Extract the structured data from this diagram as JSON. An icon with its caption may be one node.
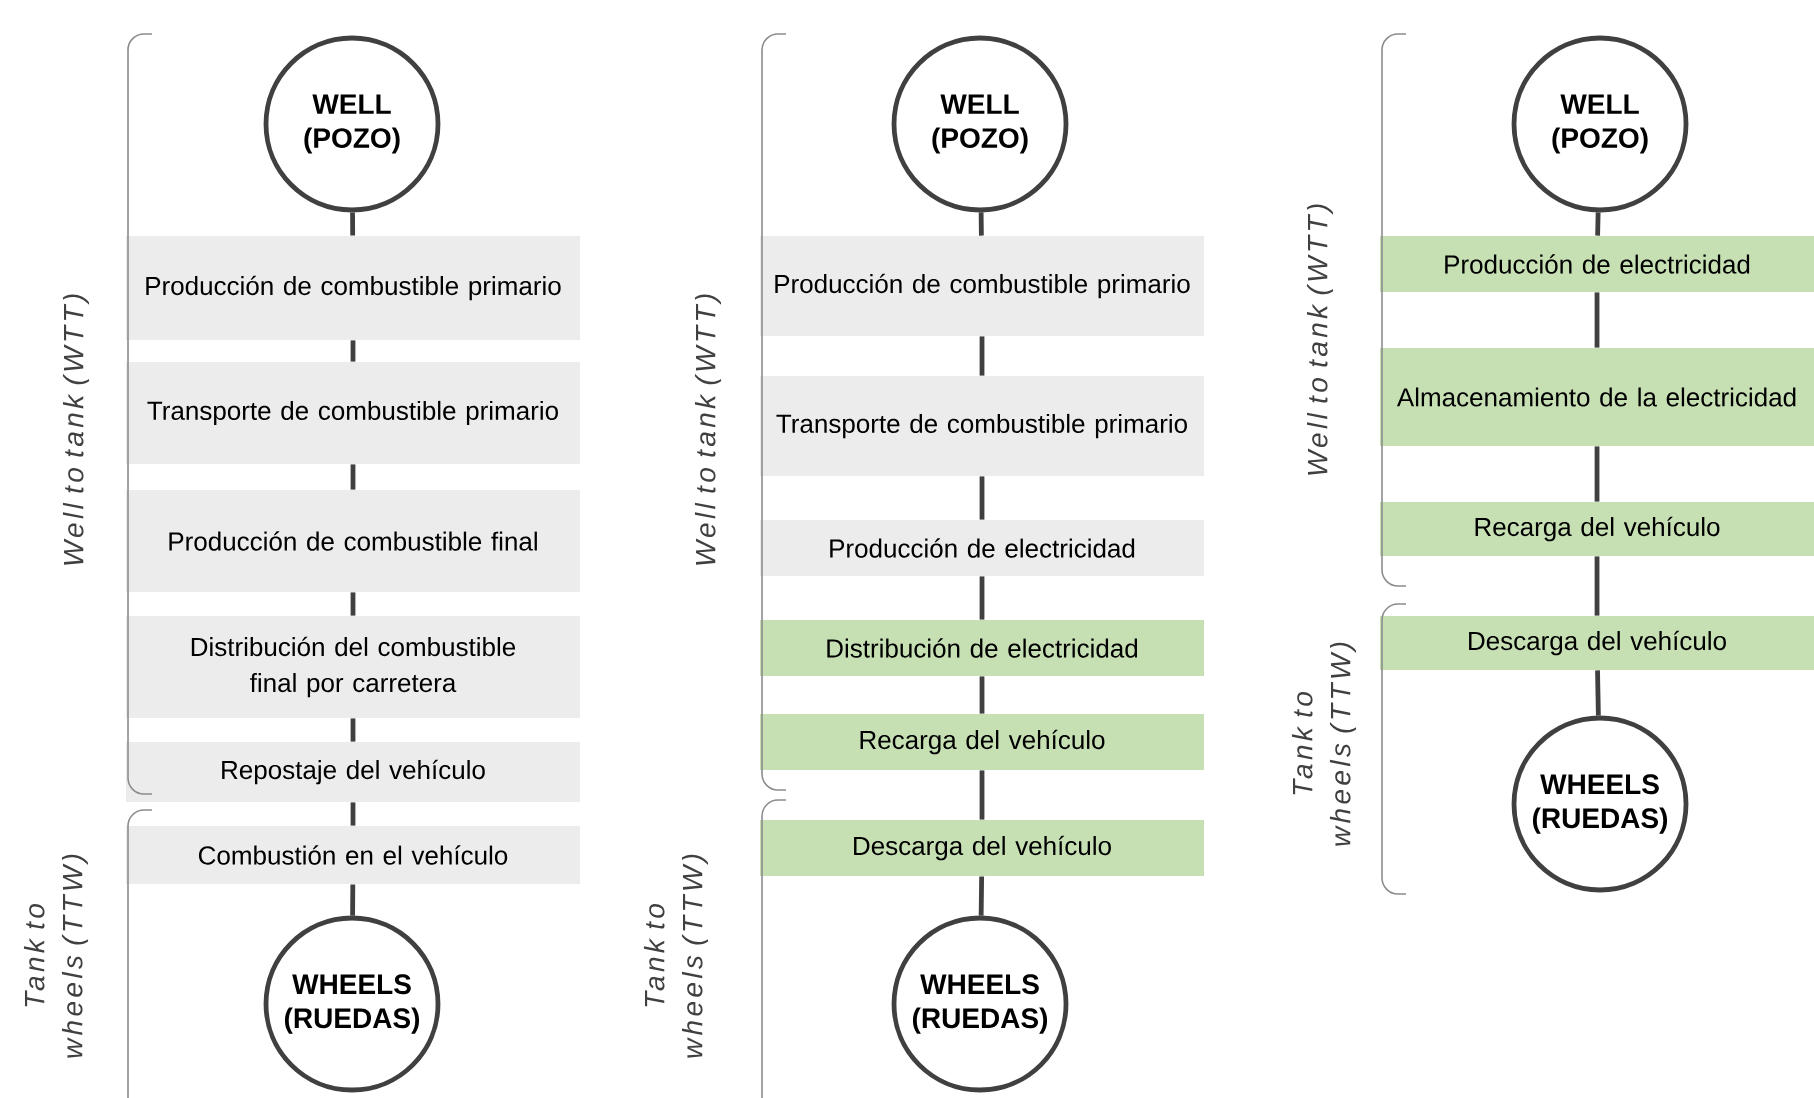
{
  "diagram": {
    "nodes": [
      {
        "text": [
          "WELL (POZO)"
        ]
      },
      {
        "text": [
          "Producción de combustible primario"
        ]
      },
      {
        "text": [
          "Transporte de combustible primario"
        ]
      },
      {
        "text": [
          "Producción de combustible final"
        ]
      },
      {
        "text": [
          "Distribución del combustible final por carretera"
        ]
      },
      {
        "text": [
          "Repostaje del vehículo"
        ]
      },
      {
        "text": [
          "Combustión en el vehículo"
        ]
      },
      {
        "text": [
          "WHEELS (RUEDAS)"
        ]
      },
      {
        "text": [
          "WELL (POZO)"
        ]
      },
      {
        "text": [
          "Producción de combustible primario"
        ]
      },
      {
        "text": [
          "Transporte de combustible primario"
        ]
      },
      {
        "text": [
          "Producción de electricidad"
        ]
      },
      {
        "text": [
          "Distribución de electricidad"
        ]
      },
      {
        "text": [
          "Recarga del vehículo"
        ]
      },
      {
        "text": [
          "Descarga del vehículo"
        ]
      },
      {
        "text": [
          "WHEELS (RUEDAS)"
        ]
      },
      {
        "text": [
          "WELL (POZO)"
        ]
      },
      {
        "text": [
          "Producción de electricidad"
        ]
      },
      {
        "text": [
          "Almacenamiento de la electricidad"
        ]
      },
      {
        "text": [
          "Recarga del vehículo"
        ]
      },
      {
        "text": [
          "Descarga del vehículo"
        ]
      },
      {
        "text": [
          "WHEELS (RUEDAS)"
        ]
      }
    ],
    "edges": [
      {
        "from": 0,
        "to": 1,
        "arrow": "none"
      },
      {
        "from": 1,
        "to": 2,
        "arrow": "none"
      },
      {
        "from": 2,
        "to": 3,
        "arrow": "none"
      },
      {
        "from": 3,
        "to": 4,
        "arrow": "none"
      },
      {
        "from": 4,
        "to": 5,
        "arrow": "none"
      },
      {
        "from": 5,
        "to": 6,
        "arrow": "none"
      },
      {
        "from": 6,
        "to": 7,
        "arrow": "none"
      },
      {
        "from": 8,
        "to": 9,
        "arrow": "none"
      },
      {
        "from": 9,
        "to": 10,
        "arrow": "none"
      },
      {
        "from": 10,
        "to": 11,
        "arrow": "none"
      },
      {
        "from": 11,
        "to": 12,
        "arrow": "none"
      },
      {
        "from": 12,
        "to": 13,
        "arrow": "none"
      },
      {
        "from": 13,
        "to": 14,
        "arrow": "none"
      },
      {
        "from": 14,
        "to": 15,
        "arrow": "none"
      },
      {
        "from": 16,
        "to": 17,
        "arrow": "none"
      },
      {
        "from": 17,
        "to": 18,
        "arrow": "none"
      },
      {
        "from": 18,
        "to": 19,
        "arrow": "none"
      },
      {
        "from": 19,
        "to": 20,
        "arrow": "none"
      },
      {
        "from": 20,
        "to": 21,
        "arrow": "none"
      }
    ],
    "labels": [
      "Well to tank (WTT)",
      "Tank to wheels (TTW)",
      "Well to tank (WTT)",
      "Tank to wheels (TTW)",
      "Well to tank (WTT)",
      "Tank to wheels (TTW)"
    ]
  }
}
